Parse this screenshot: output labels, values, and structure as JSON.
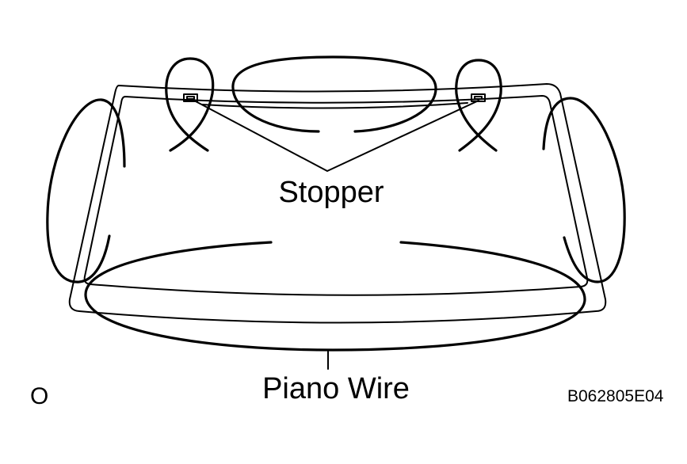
{
  "figure": {
    "labels": {
      "stopper": "Stopper",
      "piano_wire": "Piano Wire",
      "view_mark": "O",
      "figure_code": "B062805E04"
    },
    "colors": {
      "stroke": "#000000",
      "background": "#ffffff"
    },
    "icons": [
      "windshield-glass-outline",
      "stopper-clip",
      "piano-wire-loop"
    ]
  }
}
